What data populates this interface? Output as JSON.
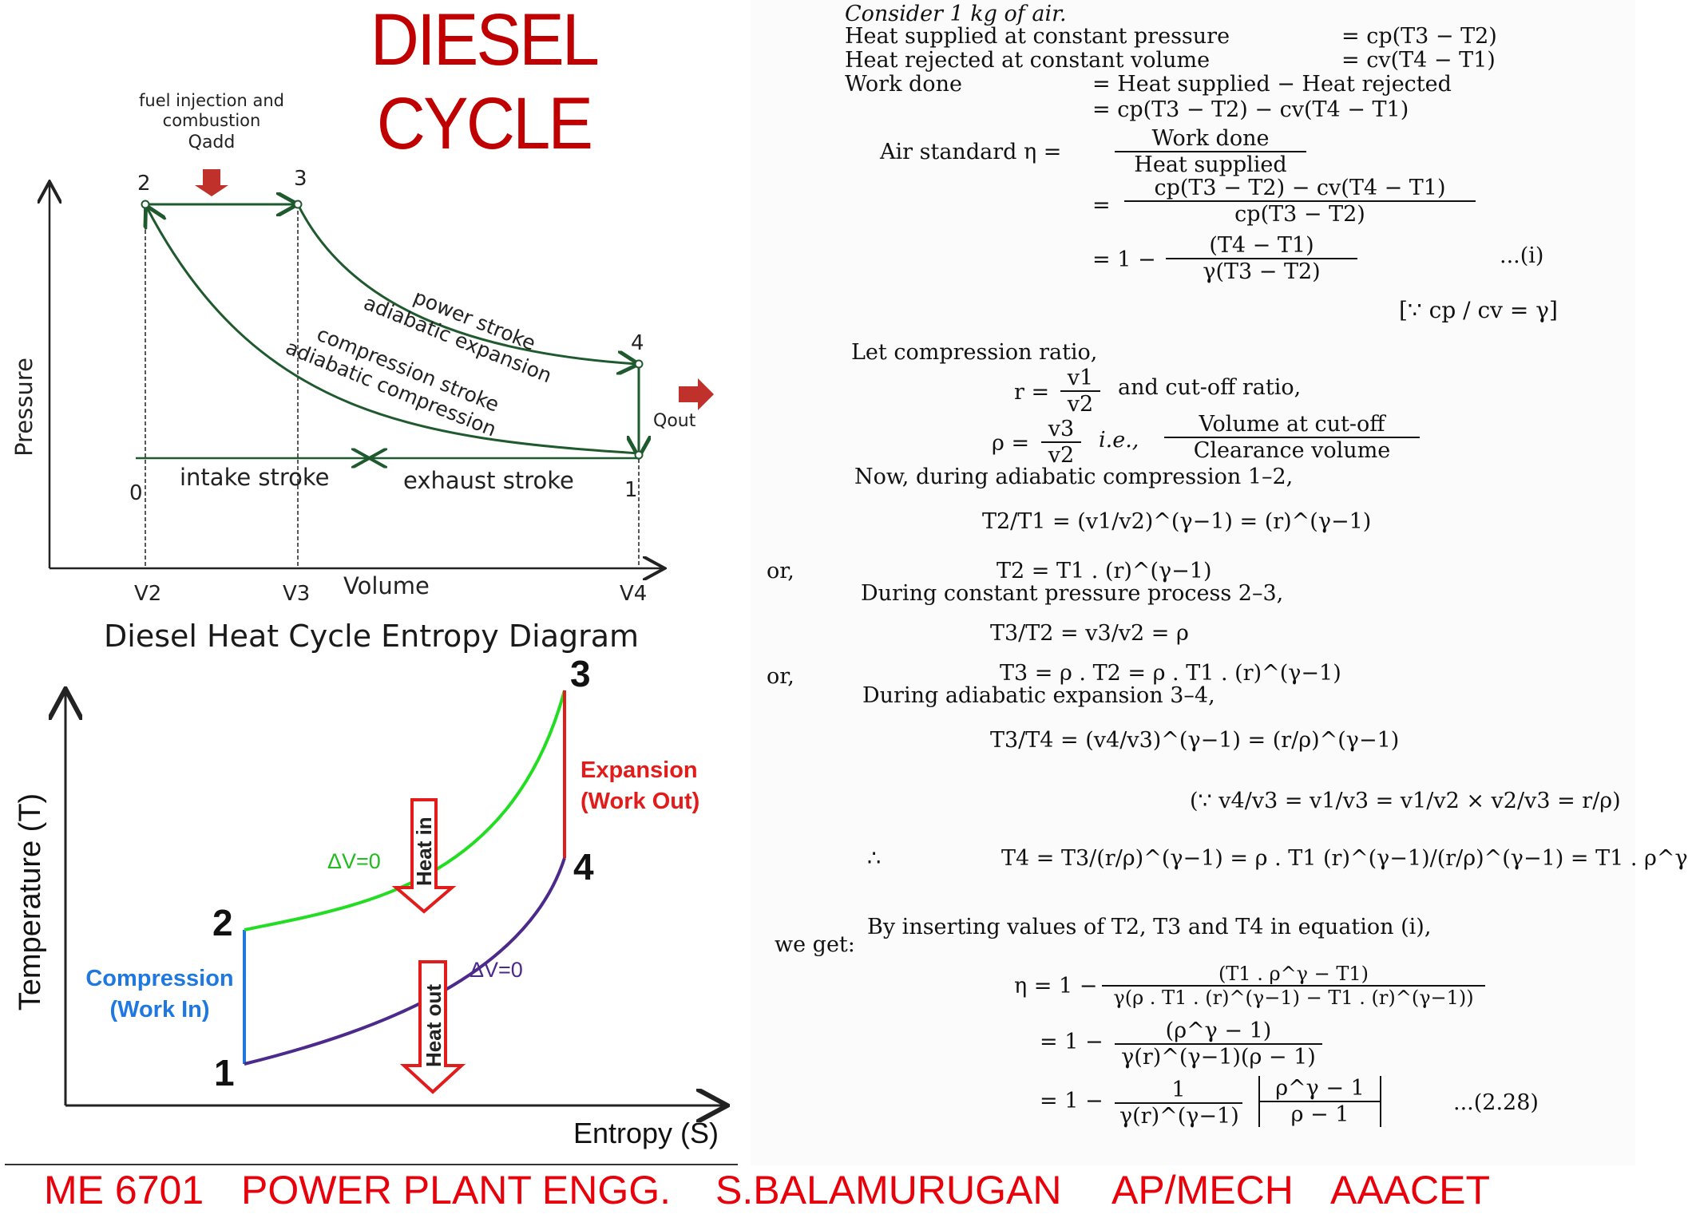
{
  "title": "DIESEL CYCLE",
  "pv_diagram": {
    "fuel_label_line1": "fuel injection and",
    "fuel_label_line2": "combustion",
    "q_add": "Qadd",
    "q_out": "Qout",
    "y_axis": "Pressure",
    "x_axis": "Volume",
    "points": [
      "0",
      "1",
      "2",
      "3",
      "4"
    ],
    "v_ticks": [
      "V2",
      "V3",
      "V4"
    ],
    "power_line1": "power stroke",
    "power_line2": "adiabatic expansion",
    "comp_line1": "compression stroke",
    "comp_line2": "adiabatic compression",
    "intake": "intake stroke",
    "exhaust": "exhaust stroke"
  },
  "ts_diagram": {
    "title": "Diesel Heat Cycle Entropy Diagram",
    "y_axis": "Temperature (T)",
    "x_axis": "Entropy (S)",
    "points": [
      "1",
      "2",
      "3",
      "4"
    ],
    "dv0_upper": "ΔV=0",
    "dv0_lower": "ΔV=0",
    "heat_in": "Heat in",
    "heat_out": "Heat out",
    "expansion_line1": "Expansion",
    "expansion_line2": "(Work Out)",
    "compression_line1": "Compression",
    "compression_line2": "(Work In)"
  },
  "derivation": {
    "l01": "Consider 1 kg of air.",
    "l02a": "Heat supplied at constant pressure",
    "l02b": "= cp(T3 − T2)",
    "l03a": "Heat rejected at constant volume",
    "l03b": "= cv(T4 − T1)",
    "l04a": "Work done",
    "l04b": "= Heat supplied − Heat rejected",
    "l05": "= cp(T3 − T2) − cv(T4 − T1)",
    "l06a": "Air standard η =",
    "l06n": "Work done",
    "l06d": "Heat supplied",
    "l07n": "cp(T3 − T2) − cv(T4 − T1)",
    "l07d": "cp(T3 − T2)",
    "l08a": "= 1 −",
    "l08n": "(T4 − T1)",
    "l08d": "γ(T3 − T2)",
    "l08tag": "...(i)",
    "l09": "[∵ cp / cv = γ]",
    "l10": "Let compression ratio,",
    "l11a": "r =",
    "l11n": "v1",
    "l11d": "v2",
    "l11b": "and cut-off ratio,",
    "l12a": "ρ =",
    "l12n": "v3",
    "l12d": "v2",
    "l12b": "i.e.,",
    "l12n2": "Volume at cut-off",
    "l12d2": "Clearance volume",
    "l13": "Now, during adiabatic compression 1–2,",
    "l14": "T2/T1 = (v1/v2)^(γ−1) = (r)^(γ−1)",
    "l15a": "or,",
    "l15b": "T2 = T1 . (r)^(γ−1)",
    "l16": "During constant pressure process 2–3,",
    "l17": "T3/T2 = v3/v2 = ρ",
    "l18a": "or,",
    "l18b": "T3 = ρ . T2 = ρ . T1 . (r)^(γ−1)",
    "l19": "During adiabatic expansion 3–4,",
    "l20": "T3/T4 = (v4/v3)^(γ−1) = (r/ρ)^(γ−1)",
    "l21": "(∵ v4/v3 = v1/v3 = v1/v2 × v2/v3 = r/ρ)",
    "l22a": "∴",
    "l22b": "T4 = T3/(r/ρ)^(γ−1) = ρ . T1 (r)^(γ−1)/(r/ρ)^(γ−1) = T1 . ρ^γ",
    "l23": "By inserting values of T2, T3 and T4 in equation (i),",
    "l24": "we get:",
    "l25a": "η = 1 −",
    "l25n": "(T1 . ρ^γ − T1)",
    "l25d": "γ(ρ . T1 . (r)^(γ−1) − T1 . (r)^(γ−1))",
    "l26a": "= 1 −",
    "l26n": "(ρ^γ − 1)",
    "l26d": "γ(r)^(γ−1)(ρ − 1)",
    "l27a": "= 1 −",
    "l27n": "1",
    "l27d": "γ(r)^(γ−1)",
    "l27bn": "ρ^γ − 1",
    "l27bd": "ρ − 1",
    "l27tag": "...(2.28)"
  },
  "footer": {
    "course": "ME 6701",
    "subject": "POWER PLANT ENGG.",
    "author": "S.BALAMURUGAN",
    "designation": "AP/MECH",
    "college": "AAACET"
  },
  "colors": {
    "title": "#c00000",
    "footer": "#e8000b",
    "pv_curves": "#1f5a2e",
    "ts_green": "#22dd22",
    "ts_blue": "#1e78e0",
    "ts_purple": "#4b2a8c",
    "ts_red": "#e21b1b",
    "arrow_red": "#c0312c"
  }
}
